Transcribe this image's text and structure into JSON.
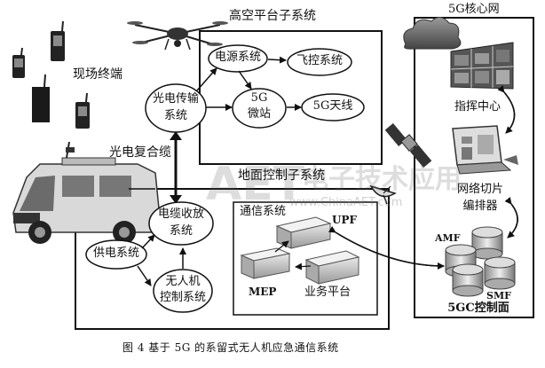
{
  "title_high_altitude": "高空平台子系统",
  "title_5g_core": "5G核心网",
  "title_ground_control": "地面控制子系统",
  "field_terminal": "现场终端",
  "optoelectric_cable": "光电复合缆",
  "nodes": {
    "power_system": "电源系统",
    "flight_control": "飞控系统",
    "optical_transmission": [
      "光电传输",
      "系统"
    ],
    "micro_station": [
      "5G",
      "微站"
    ],
    "antenna_5g": "5G天线",
    "cable_reel": [
      "电缆收放",
      "系统"
    ],
    "power_supply": "供电系统",
    "uav_control": [
      "无人机",
      "控制系统"
    ],
    "communication_system": "通信系统",
    "upf": "UPF",
    "mep": "MEP",
    "business_platform": "业务平台",
    "command_center": "指挥中心",
    "network_slice": [
      "网络切片",
      "编排器"
    ],
    "amf": "AMF",
    "smf": "SMF",
    "control_plane_5gc": "5GC控制面"
  },
  "caption": "图 4   基于 5G 的系留式无人机应急通信系统",
  "watermark": {
    "logo": "AET",
    "text": "电子技术应用",
    "url": "www.ChinaAET.com"
  }
}
